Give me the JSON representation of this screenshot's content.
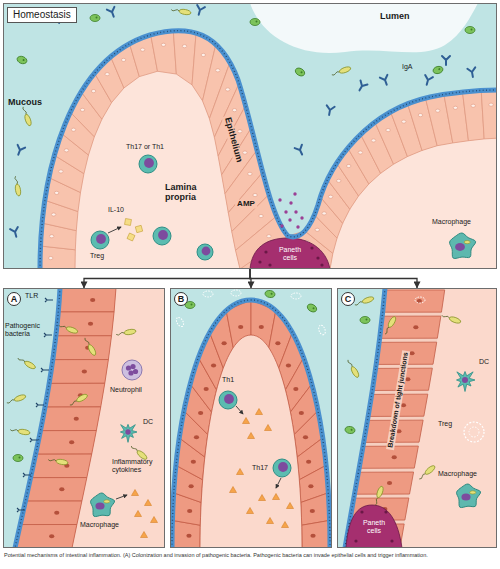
{
  "diagram": {
    "caption": "Potential mechanisms of intestinal inflammation. (A) Colonization and invasion of pathogenic bacteria. Pathogenic bacteria can invade epithelial cells and trigger inflammation.",
    "nodes": [
      {
        "text": [
          "Homeostasis"
        ]
      },
      {
        "text": [
          "A"
        ]
      },
      {
        "text": [
          "B"
        ]
      },
      {
        "text": [
          "C"
        ]
      }
    ],
    "edges": [
      {
        "from": 0,
        "to": 1,
        "arrow": "to"
      },
      {
        "from": 0,
        "to": 2,
        "arrow": "to"
      },
      {
        "from": 0,
        "to": 3,
        "arrow": "to"
      }
    ],
    "labels": [
      "Lumen",
      "Mucous",
      "Epithelium",
      "Th17 or Th1",
      "Lamina propria",
      "IL-10",
      "Treg",
      "IgA",
      "AMP",
      "Paneth cells",
      "Macrophage",
      "TLR",
      "Pathogenic bacteria",
      "Neutrophil",
      "DC",
      "Inflammatory cytokines",
      "Macrophage",
      "Th1",
      "Th17",
      "Breakdown of tight junctions",
      "DC",
      "Treg",
      "Macrophage",
      "Paneth cells"
    ]
  }
}
